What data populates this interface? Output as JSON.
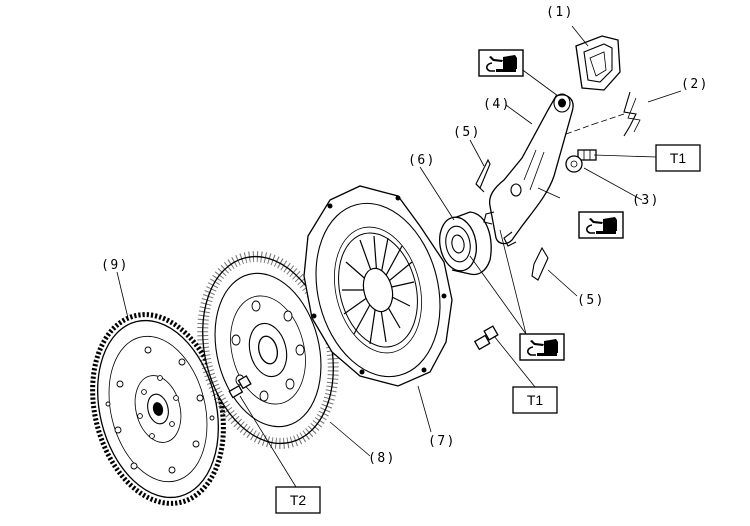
{
  "callouts": {
    "c1": "(1)",
    "c2": "(2)",
    "c3": "(3)",
    "c4": "(4)",
    "c5a": "(5)",
    "c5b": "(5)",
    "c6": "(6)",
    "c7": "(7)",
    "c8": "(8)",
    "c9": "(9)"
  },
  "torque_labels": {
    "t1_upper": "T1",
    "t1_lower": "T1",
    "t2": "T2"
  },
  "icons": {
    "grease_top": "grease-gun-icon",
    "grease_mid": "grease-gun-icon",
    "grease_bottom": "grease-gun-icon"
  }
}
